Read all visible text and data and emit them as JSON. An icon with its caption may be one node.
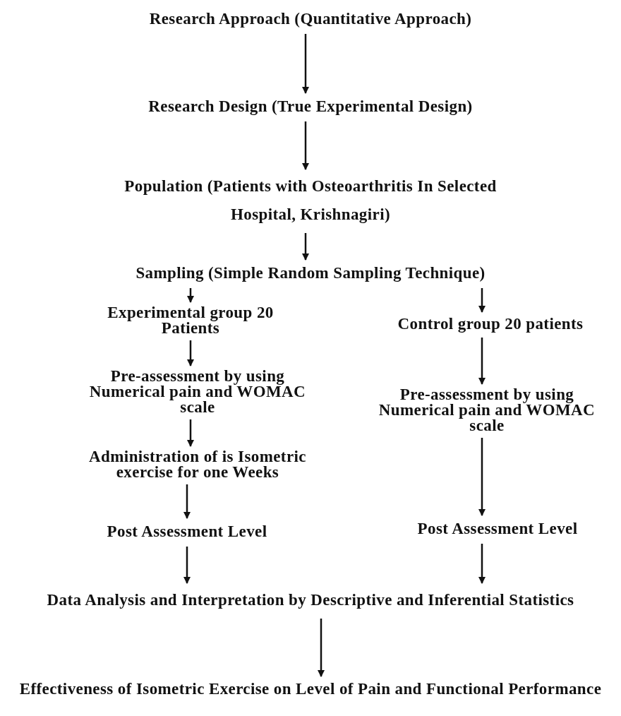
{
  "diagram": {
    "nodes": [
      {
        "text": [
          "Research Approach (Quantitative Approach)"
        ]
      },
      {
        "text": [
          "Research Design (True Experimental Design)"
        ]
      },
      {
        "text": [
          "Population (Patients with Osteoarthritis In Selected Hospital, Krishnagiri)"
        ]
      },
      {
        "text": [
          "Sampling (Simple Random Sampling Technique)"
        ]
      },
      {
        "text": [
          "Experimental group 20 Patients"
        ]
      },
      {
        "text": [
          "Control group 20 patients"
        ]
      },
      {
        "text": [
          "Pre-assessment by using Numerical pain and WOMAC scale"
        ]
      },
      {
        "text": [
          "Pre-assessment by using Numerical pain and WOMAC scale"
        ]
      },
      {
        "text": [
          "Administration of is Isometric exercise for one Weeks"
        ]
      },
      {
        "text": [
          "Post Assessment Level"
        ]
      },
      {
        "text": [
          "Post Assessment Level"
        ]
      },
      {
        "text": [
          "Data Analysis and Interpretation by Descriptive and Inferential Statistics"
        ]
      },
      {
        "text": [
          "Effectiveness of Isometric Exercise on Level of Pain and Functional Performance"
        ]
      }
    ],
    "edges": [
      {
        "from": 0,
        "to": 1,
        "arrow": "to"
      },
      {
        "from": 1,
        "to": 2,
        "arrow": "to"
      },
      {
        "from": 2,
        "to": 3,
        "arrow": "to"
      },
      {
        "from": 3,
        "to": 4,
        "arrow": "to"
      },
      {
        "from": 3,
        "to": 5,
        "arrow": "to"
      },
      {
        "from": 4,
        "to": 6,
        "arrow": "to"
      },
      {
        "from": 6,
        "to": 8,
        "arrow": "to"
      },
      {
        "from": 8,
        "to": 9,
        "arrow": "to"
      },
      {
        "from": 9,
        "to": 11,
        "arrow": "to"
      },
      {
        "from": 5,
        "to": 7,
        "arrow": "to"
      },
      {
        "from": 7,
        "to": 10,
        "arrow": "to"
      },
      {
        "from": 10,
        "to": 11,
        "arrow": "to"
      },
      {
        "from": 11,
        "to": 12,
        "arrow": "to"
      }
    ]
  }
}
